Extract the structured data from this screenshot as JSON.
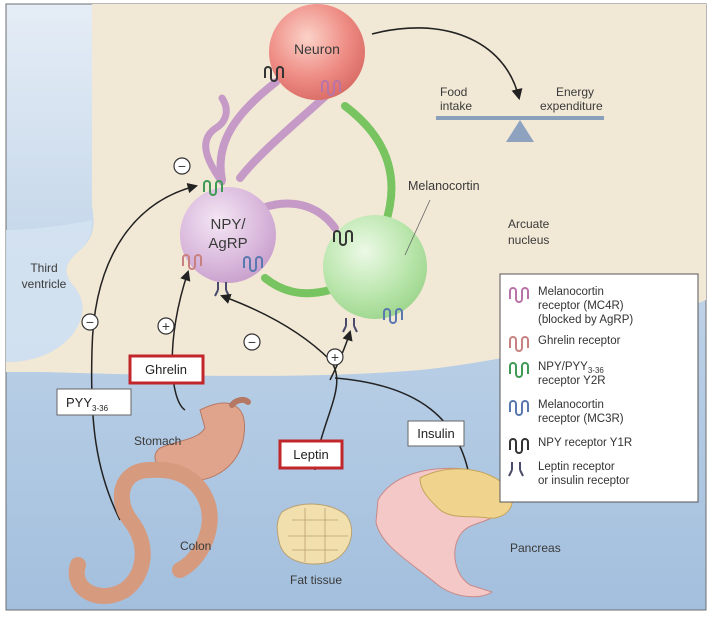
{
  "labels": {
    "neuron": "Neuron",
    "npy_line1": "NPY/",
    "npy_line2": "AgRP",
    "melanocortin": "Melanocortin",
    "arcuate_line1": "Arcuate",
    "arcuate_line2": "nucleus",
    "third_line1": "Third",
    "third_line2": "ventricle",
    "food_line1": "Food",
    "food_line2": "intake",
    "energy_line1": "Energy",
    "energy_line2": "expenditure",
    "stomach": "Stomach",
    "colon": "Colon",
    "fat_tissue": "Fat tissue",
    "pancreas": "Pancreas"
  },
  "boxes": {
    "pyy_main": "PYY",
    "pyy_sub": "3-36",
    "ghrelin": "Ghrelin",
    "leptin": "Leptin",
    "insulin": "Insulin"
  },
  "signs": {
    "pyy": "−",
    "ghrelin": "+",
    "npy_top": "−",
    "leptin_inhibit": "−",
    "leptin_excite": "+"
  },
  "legend": {
    "items": [
      {
        "icon": "mc4r-receptor-icon",
        "color": "#b873a8",
        "lines": [
          "Melanocortin",
          "receptor (MC4R)",
          "(blocked by AgRP)"
        ]
      },
      {
        "icon": "ghrelin-receptor-icon",
        "color": "#c98080",
        "lines": [
          "Ghrelin receptor"
        ]
      },
      {
        "icon": "y2r-receptor-icon",
        "color": "#3f9a55",
        "lines": [
          "NPY/PYY",
          "receptor Y2R"
        ],
        "sub": "3-36"
      },
      {
        "icon": "mc3r-receptor-icon",
        "color": "#5a78b0",
        "lines": [
          "Melanocortin",
          "receptor (MC3R)"
        ]
      },
      {
        "icon": "y1r-receptor-icon",
        "color": "#333333",
        "lines": [
          "NPY receptor Y1R"
        ]
      },
      {
        "icon": "leptin-insulin-receptor-icon",
        "color": "#4a4a6a",
        "lines": [
          "Leptin receptor",
          "or insulin receptor"
        ]
      }
    ]
  },
  "colors": {
    "brain": "#f3e9d7",
    "background_blue": "#b9cfe6",
    "neuron": "#e88880",
    "npy_cell": "#d8b6dc",
    "melanocortin_cell": "#b6e3a8",
    "highlight_box": "#c0262a"
  }
}
